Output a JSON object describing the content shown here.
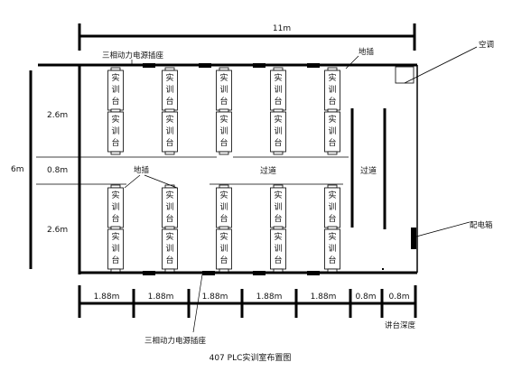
{
  "title": "407 PLC实训室布置图",
  "dimensions": {
    "total_width": "11m",
    "total_depth": "6m",
    "row_depth_top": "2.6m",
    "aisle_middle": "0.8m",
    "row_depth_bottom": "2.6m",
    "column_widths": [
      "1.88m",
      "1.88m",
      "1.88m",
      "1.88m",
      "1.88m",
      "0.8m",
      "0.8m"
    ]
  },
  "labels": {
    "three_phase_socket_top": "三相动力电源插座",
    "three_phase_socket_bottom": "三相动力电源插座",
    "floor_socket_top": "地插",
    "floor_socket_left": "地插",
    "air_conditioner": "空调",
    "distribution_box": "配电箱",
    "aisle_center": "过道",
    "aisle_right": "过道",
    "podium_depth": "讲台深度"
  },
  "workbench": {
    "label_chars": [
      "实",
      "训",
      "台"
    ],
    "top_rows": 2,
    "bottom_rows": 2,
    "columns": 5
  }
}
